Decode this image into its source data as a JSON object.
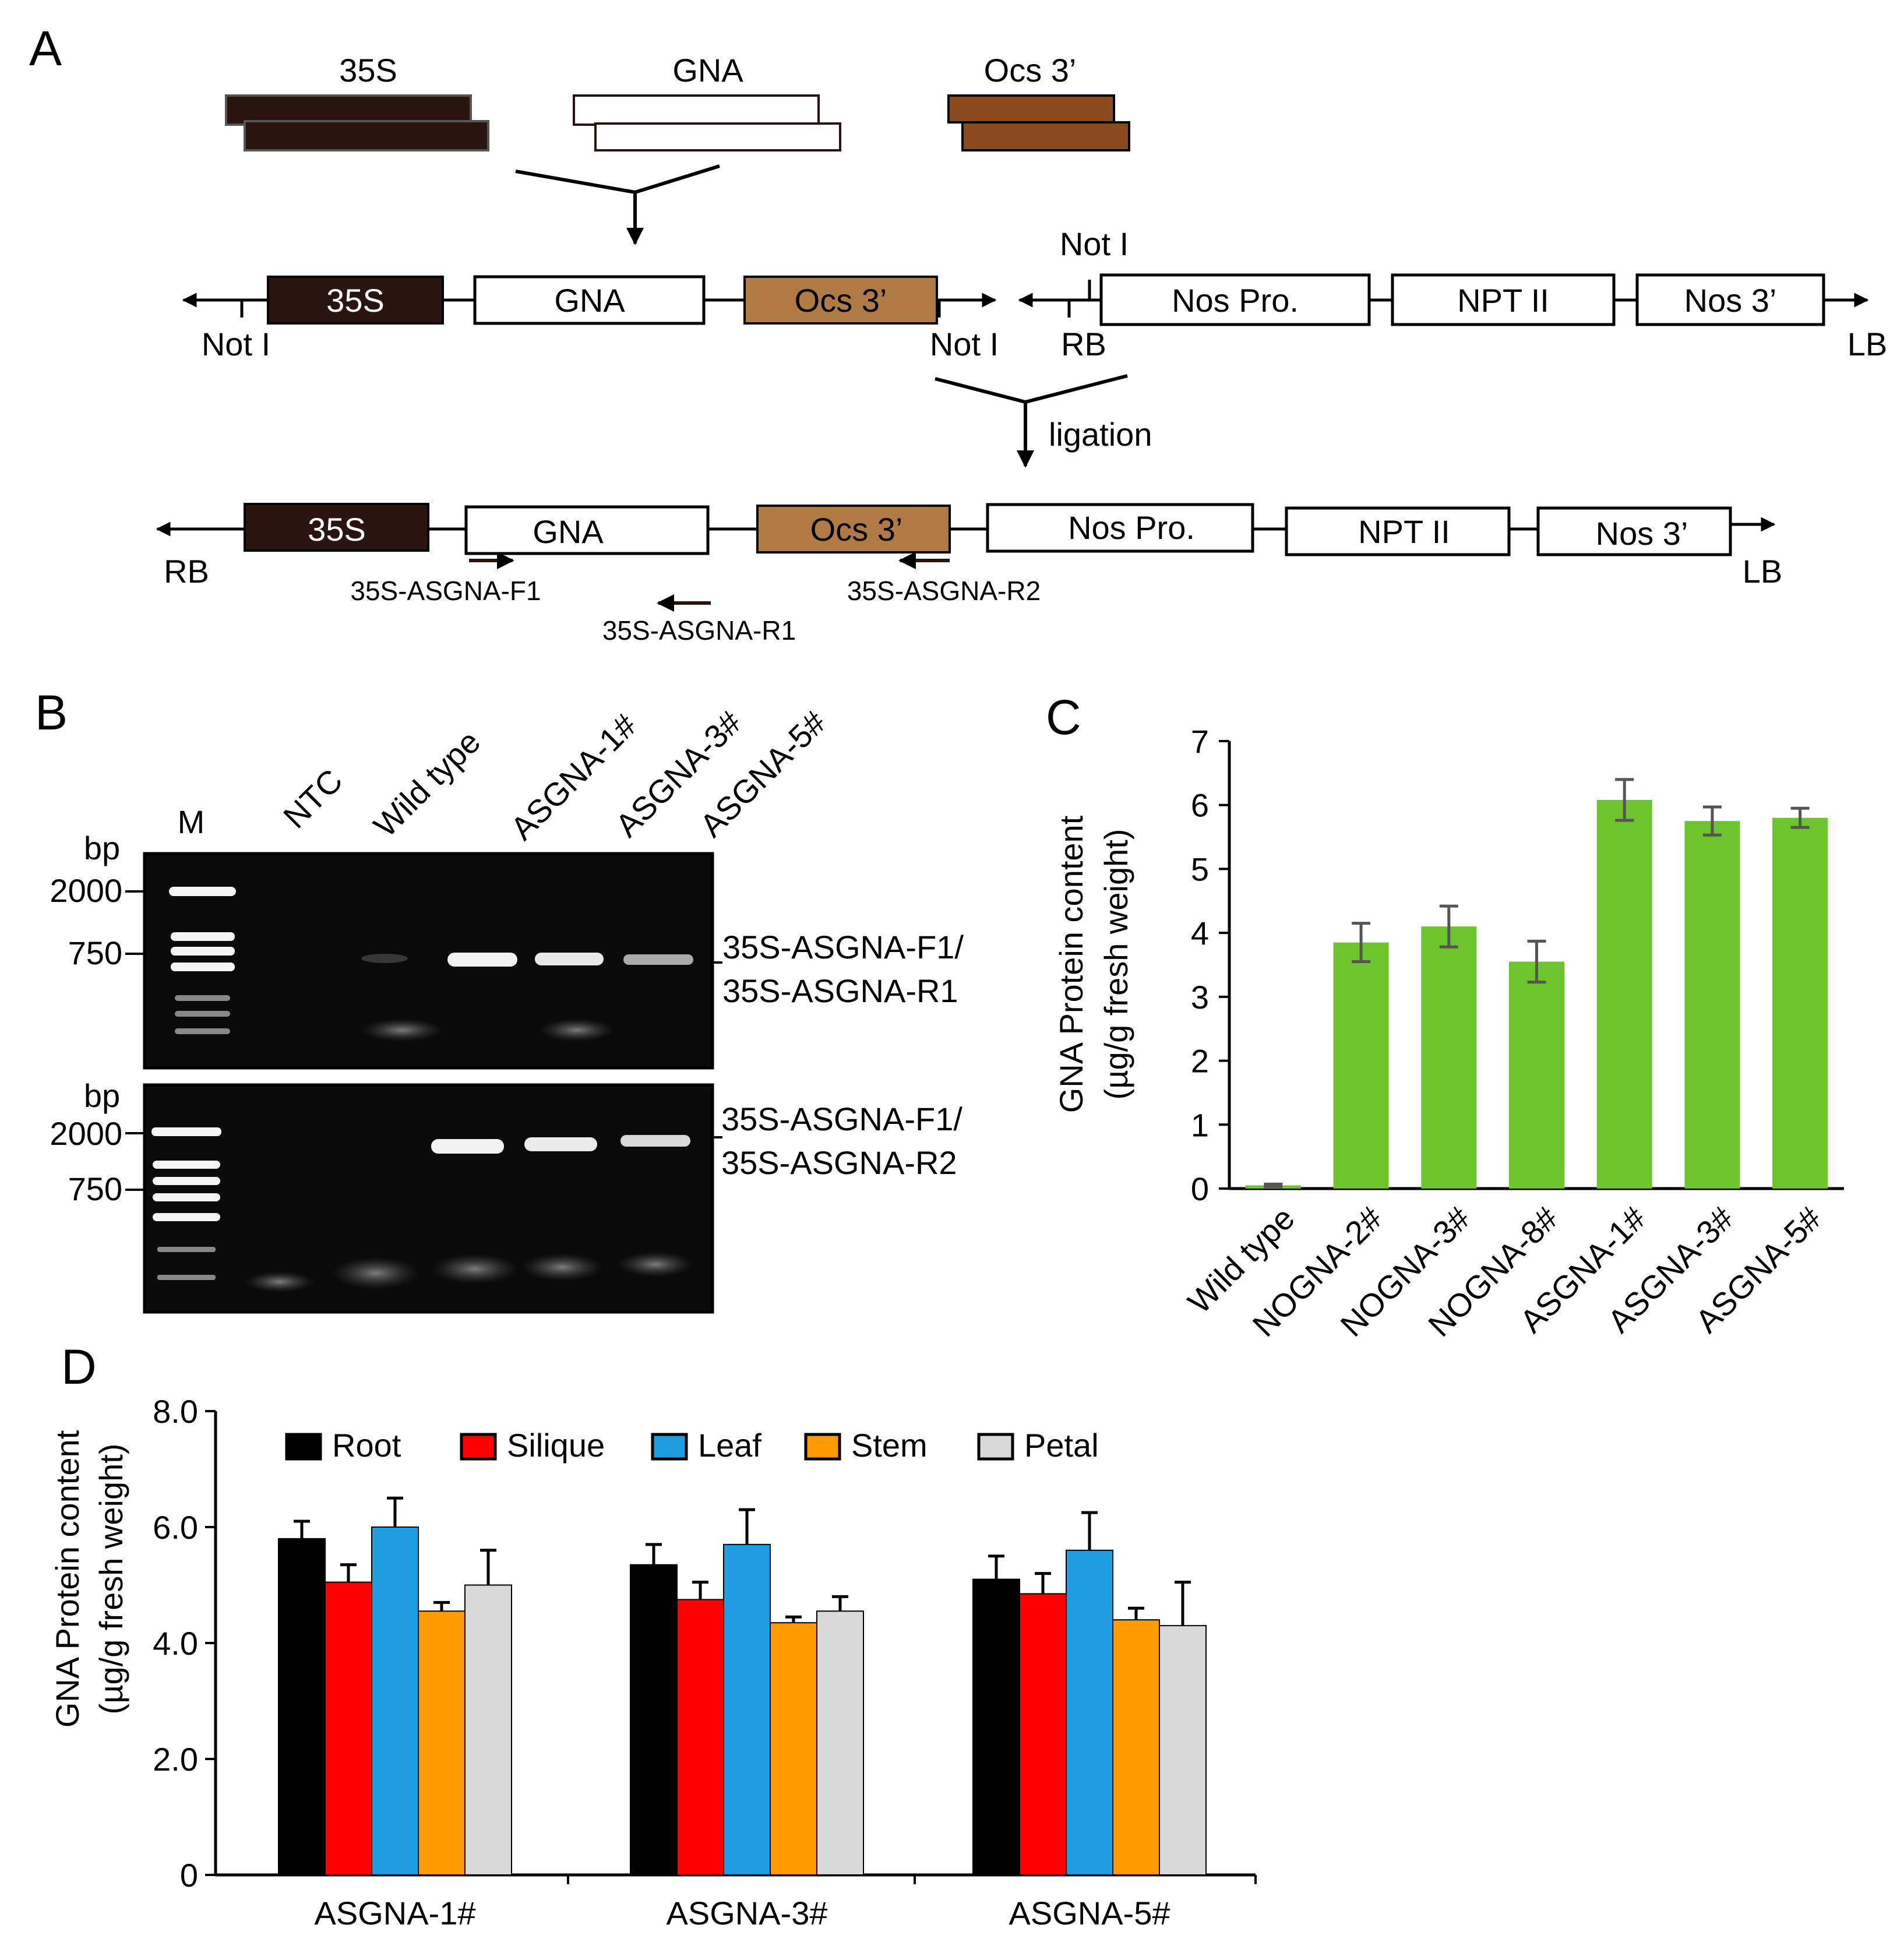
{
  "panels": {
    "a": "A",
    "b": "B",
    "c": "C",
    "d": "D"
  },
  "construct": {
    "cassette_35s": "35S",
    "cassette_gna": "GNA",
    "cassette_ocs": "Ocs 3’",
    "not1": "Not I",
    "rb": "RB",
    "lb": "LB",
    "nos_pro": "Nos Pro.",
    "npt2": "NPT II",
    "nos3": "Nos 3’",
    "ligation": "ligation",
    "primer_f1": "35S-ASGNA-F1",
    "primer_r1": "35S-ASGNA-R1",
    "primer_r2": "35S-ASGNA-R2"
  },
  "gel": {
    "lanes": [
      "M",
      "NTC",
      "Wild type",
      "ASGNA-1#",
      "ASGNA-3#",
      "ASGNA-5#"
    ],
    "bp": "bp",
    "top_markers": [
      "2000",
      "750"
    ],
    "bottom_markers": [
      "2000",
      "750"
    ],
    "top_primers": [
      "35S-ASGNA-F1/",
      "35S-ASGNA-R1"
    ],
    "bottom_primers": [
      "35S-ASGNA-F1/",
      "35S-ASGNA-R2"
    ]
  },
  "colors": {
    "c35s": "#2a1410",
    "ocs": "#b07a45",
    "ocs_dark": "#8a4a1e",
    "green": "#6cc52d",
    "root": "#000000",
    "silique": "#ff0000",
    "leaf": "#1e9ee0",
    "stem": "#ff9a00",
    "petal": "#d9d9d9"
  },
  "chart_data": [
    {
      "type": "bar",
      "panel": "C",
      "categories": [
        "Wild type",
        "NOGNA-2#",
        "NOGNA-3#",
        "NOGNA-8#",
        "ASGNA-1#",
        "ASGNA-3#",
        "ASGNA-5#"
      ],
      "values": [
        0.05,
        3.85,
        4.1,
        3.55,
        6.08,
        5.75,
        5.8
      ],
      "errors": [
        0.02,
        0.3,
        0.32,
        0.32,
        0.32,
        0.22,
        0.15
      ],
      "ylabel_lines": [
        "GNA Protein content",
        "(µg/g fresh weight)"
      ],
      "yticks": [
        "0",
        "1",
        "2",
        "3",
        "4",
        "5",
        "6",
        "7"
      ],
      "ylim": [
        0,
        7
      ]
    },
    {
      "type": "bar",
      "panel": "D",
      "categories": [
        "ASGNA-1#",
        "ASGNA-3#",
        "ASGNA-5#"
      ],
      "series": [
        {
          "name": "Root",
          "values": [
            5.8,
            5.35,
            5.1
          ],
          "errors": [
            0.3,
            0.35,
            0.4
          ]
        },
        {
          "name": "Silique",
          "values": [
            5.05,
            4.75,
            4.85
          ],
          "errors": [
            0.3,
            0.3,
            0.35
          ]
        },
        {
          "name": "Leaf",
          "values": [
            6.0,
            5.7,
            5.6
          ],
          "errors": [
            0.5,
            0.6,
            0.65
          ]
        },
        {
          "name": "Stem",
          "values": [
            4.55,
            4.35,
            4.4
          ],
          "errors": [
            0.15,
            0.1,
            0.2
          ]
        },
        {
          "name": "Petal",
          "values": [
            5.0,
            4.55,
            4.3
          ],
          "errors": [
            0.6,
            0.25,
            0.75
          ]
        }
      ],
      "ylabel_lines": [
        "GNA Protein content",
        "(µg/g fresh weight)"
      ],
      "yticks": [
        "0",
        "2.0",
        "4.0",
        "6.0",
        "8.0"
      ],
      "ylim": [
        0,
        8
      ],
      "legend_placement": "top"
    }
  ]
}
